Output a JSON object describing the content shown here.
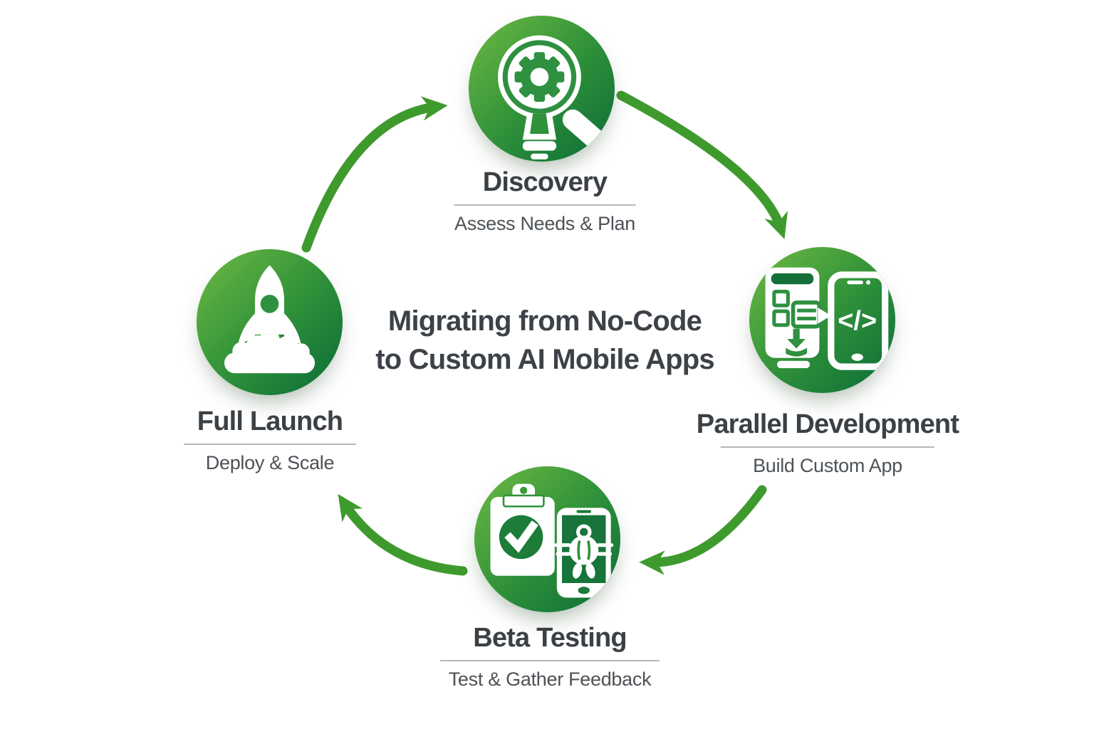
{
  "title": {
    "line1": "Migrating from No-Code",
    "line2": "to Custom AI Mobile Apps"
  },
  "stages": [
    {
      "id": "discovery",
      "label": "Discovery",
      "sublabel": "Assess Needs & Plan",
      "icon": "magnifier-gear-bulb-icon",
      "position": "top"
    },
    {
      "id": "parallel-development",
      "label": "Parallel Development",
      "sublabel": "Build Custom App",
      "icon": "phones-code-icon",
      "position": "right",
      "code_glyph": "</>"
    },
    {
      "id": "beta-testing",
      "label": "Beta Testing",
      "sublabel": "Test & Gather Feedback",
      "icon": "clipboard-check-bug-icon",
      "position": "bottom"
    },
    {
      "id": "full-launch",
      "label": "Full Launch",
      "sublabel": "Deploy & Scale",
      "icon": "rocket-launch-icon",
      "position": "left"
    }
  ],
  "arrows": {
    "flow": "clockwise",
    "count": 4,
    "between": [
      [
        "full-launch",
        "discovery"
      ],
      [
        "discovery",
        "parallel-development"
      ],
      [
        "parallel-development",
        "beta-testing"
      ],
      [
        "beta-testing",
        "full-launch"
      ]
    ]
  },
  "colors": {
    "background": "#ffffff",
    "circle_gradient_start": "#6fba43",
    "circle_gradient_mid": "#2f9139",
    "circle_gradient_end": "#0a6c38",
    "arrow_green": "#3f9a2e",
    "heading_text": "#3b4045",
    "subtitle_text": "#4d5257",
    "divider_gray": "#b4b7ba",
    "icon_green_mid": "#2e9040",
    "icon_green_dark": "#156f38",
    "icon_white": "#ffffff"
  }
}
